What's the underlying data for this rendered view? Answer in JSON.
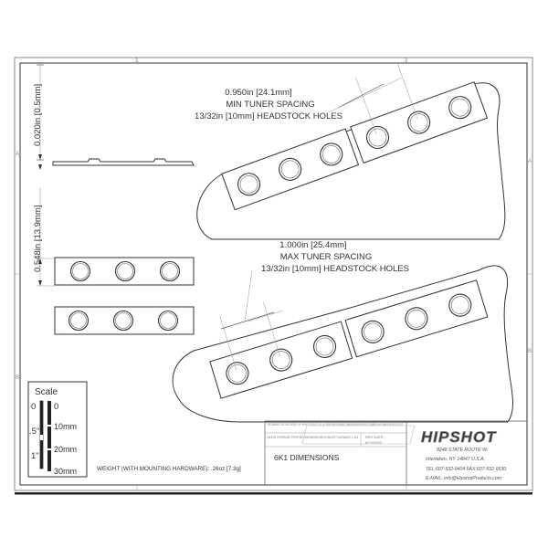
{
  "drawing": {
    "top_dims": {
      "thickness": "0.020in [0.5mm]",
      "width": "0.548in [13.9mm]"
    },
    "min_spacing": {
      "line1": "0.950in [24.1mm]",
      "line2": "MIN TUNER SPACING",
      "line3": "13/32in [10mm] HEADSTOCK HOLES"
    },
    "max_spacing": {
      "line1": "1.000in [25.4mm]",
      "line2": "MAX TUNER SPACING",
      "line3": "13/32in [10mm] HEADSTOCK HOLES"
    },
    "zones": {
      "top_1": "1",
      "top_2": "2",
      "left_a": "A",
      "left_b": "B",
      "right_a": "A",
      "right_b": "B"
    }
  },
  "scale": {
    "title": "Scale",
    "inch_labels": [
      "0",
      ".5\"",
      "1\""
    ],
    "mm_labels": [
      "0",
      "10mm",
      "20mm",
      "30mm"
    ]
  },
  "weight": "WEIGHT (WITH MOUNTING HARDWARE): .26oz [7.3g]",
  "title_block": {
    "notice": "THIS DRAWING IS THE SOLE PROPERTY OF HIPSHOT PRODUCTS, INC. ALL RIGHTS ARE RESERVED. DIMENSIONS AND PRODUCT NUMBERS MAY CHANGE WITHOUT NOTICE.",
    "tolerance": "UNLESS OTHERWISE SPECIFIED DIMENSIONS ARE IN INCHES TOLERANCE: ± .005",
    "rev_label": "REV DATE:",
    "rev_date": "6/13/2020",
    "part_title": "6K1 DIMENSIONS"
  },
  "company": {
    "logo": "HIPSHOT",
    "address1": "8248 STATE ROUTE 96",
    "address2": "Interlaken, NY 14847 U.S.A.",
    "phone": "TEL:607-532-9404 FAX:607-532-9530",
    "email": "E-MAIL: info@HipshotProducts.com"
  }
}
